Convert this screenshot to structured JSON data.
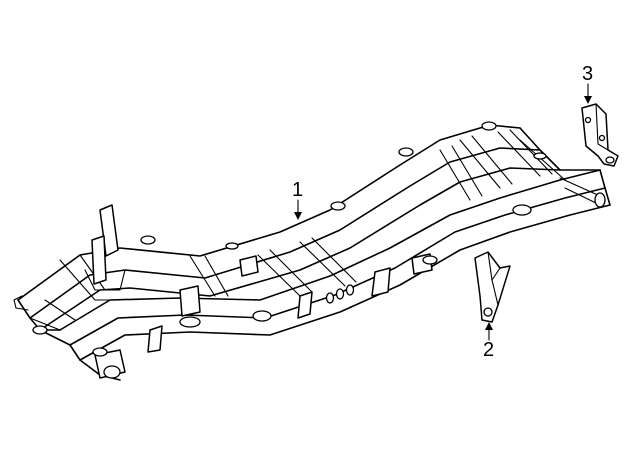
{
  "callouts": [
    {
      "id": "frame",
      "label": "1"
    },
    {
      "id": "bracket",
      "label": "2"
    },
    {
      "id": "hanger",
      "label": "3"
    }
  ]
}
